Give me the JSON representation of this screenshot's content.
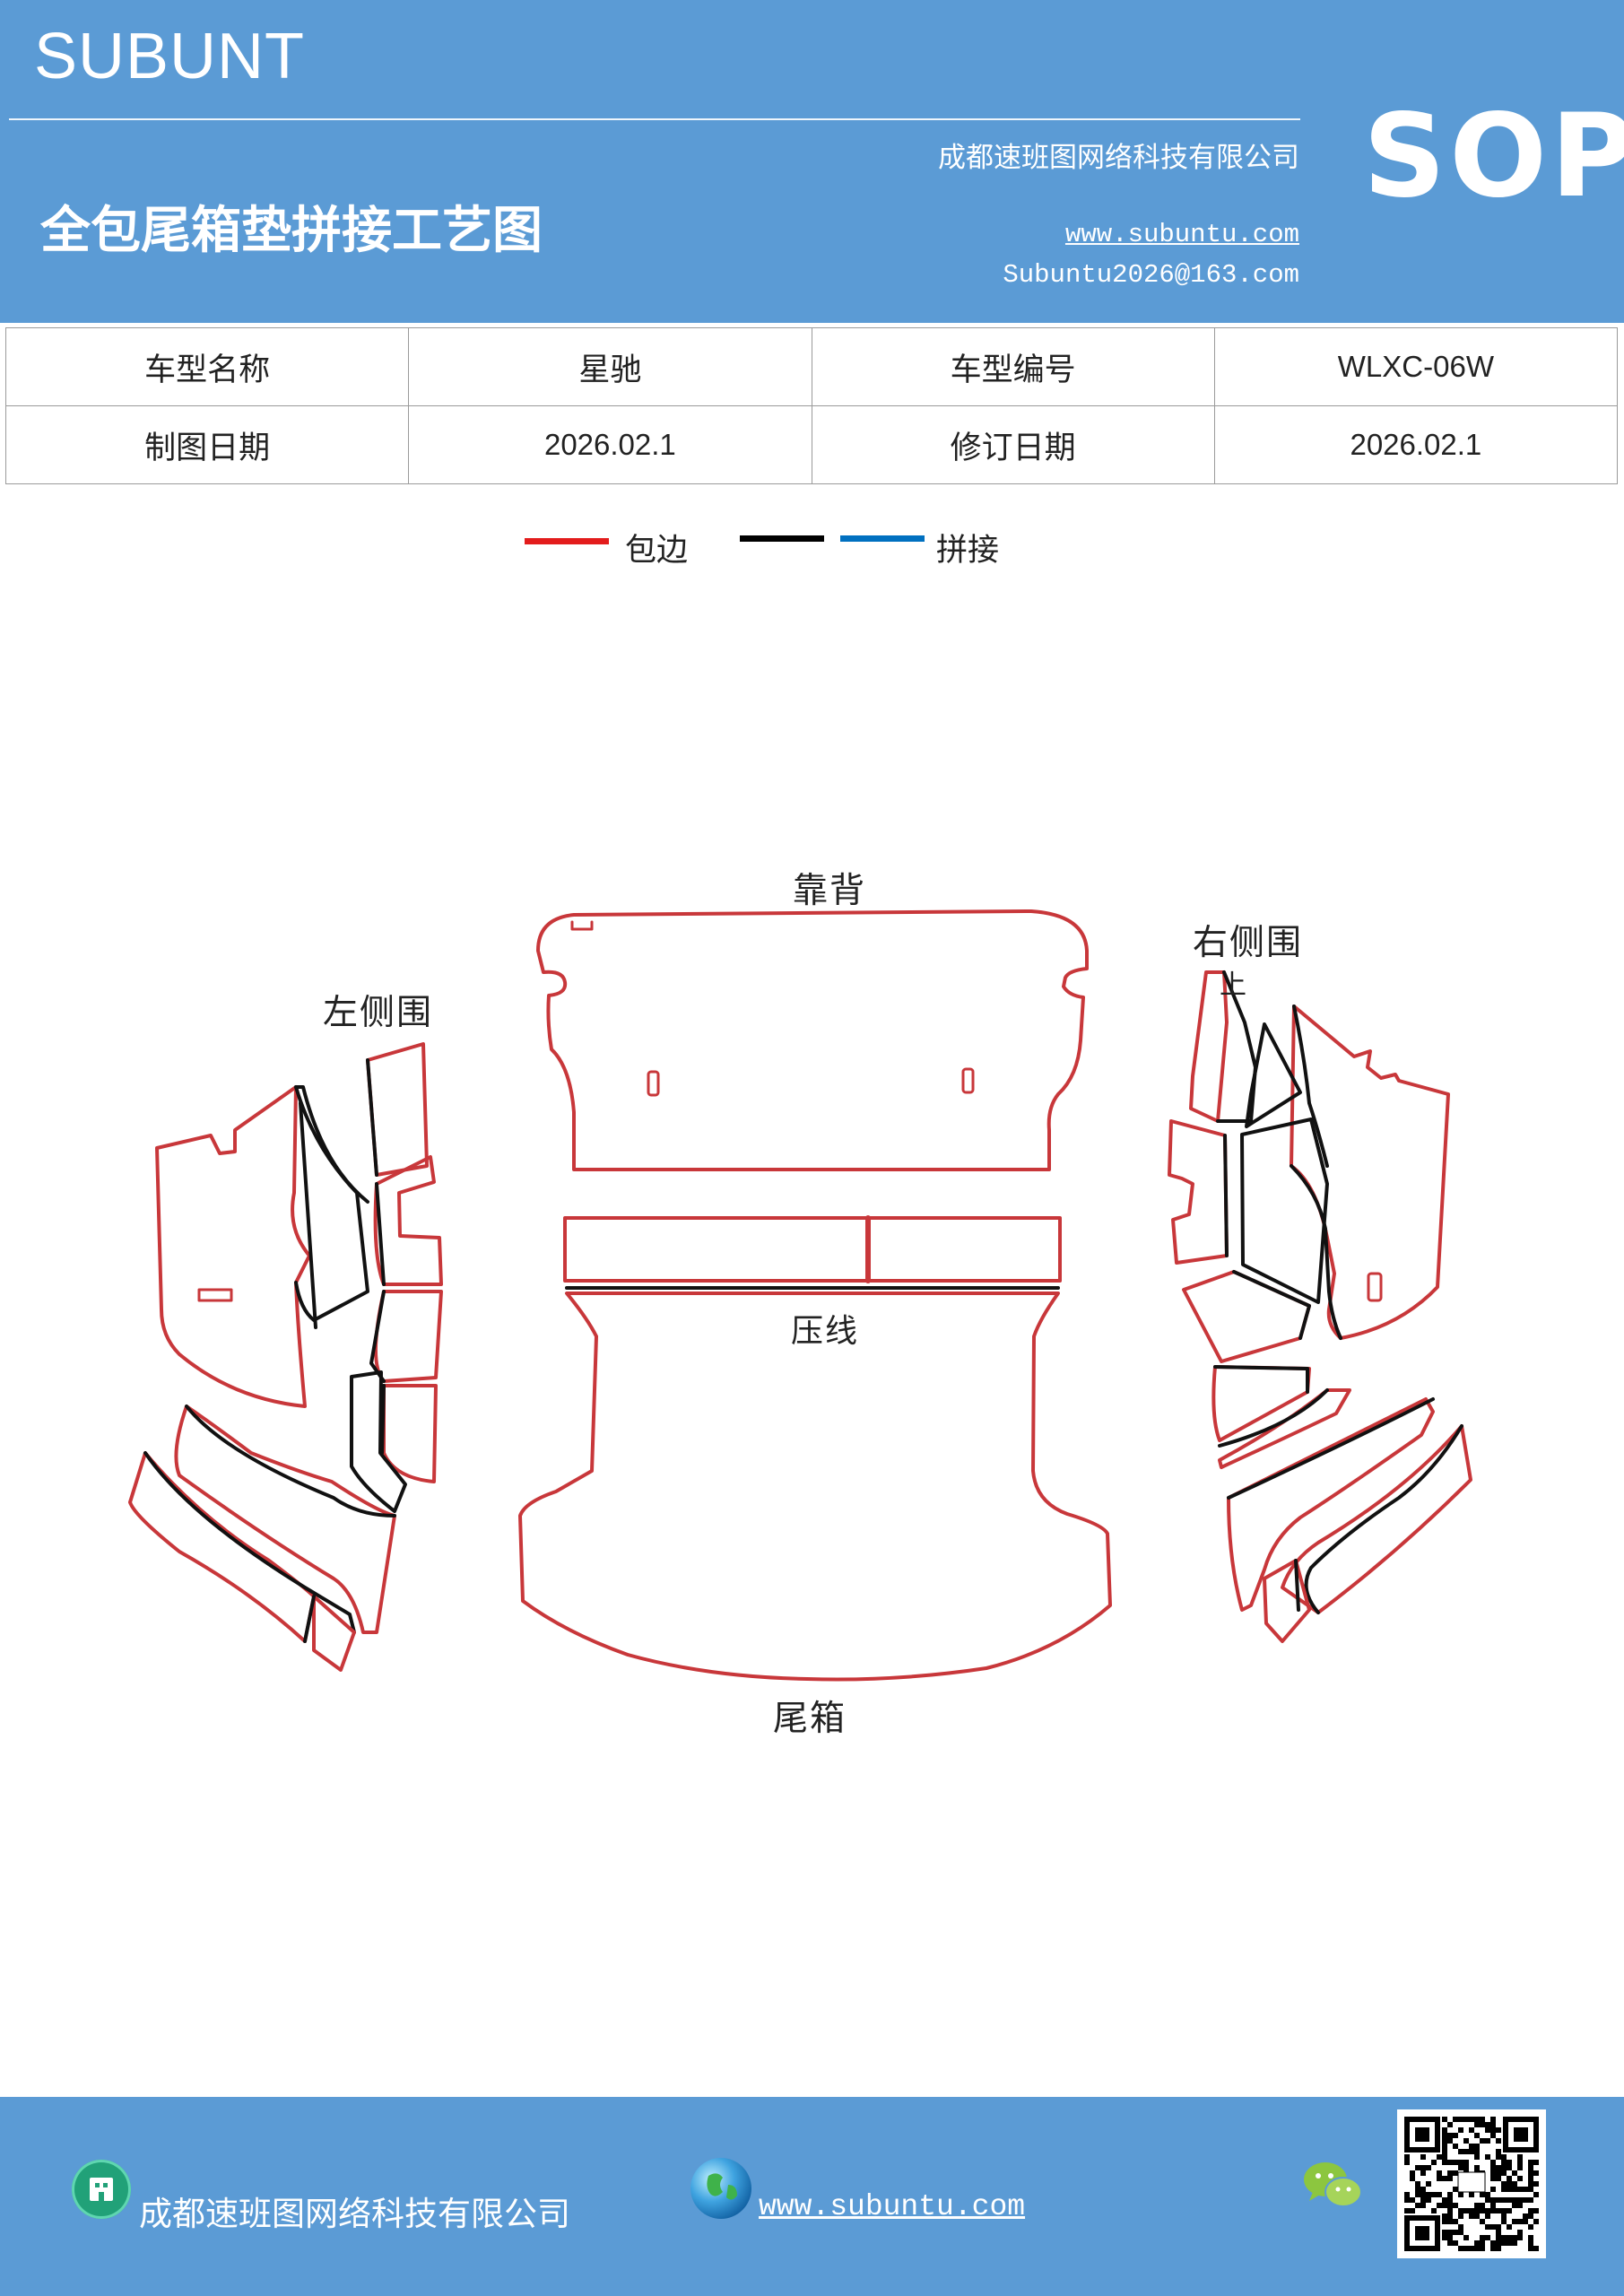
{
  "header": {
    "brand": "SUBUNT",
    "company": "成都速班图网络科技有限公司",
    "title": "全包尾箱垫拼接工艺图",
    "website": "www.subuntu.com",
    "email": "Subuntu2026@163.com",
    "sop": "SOP"
  },
  "info_table": {
    "row1": [
      "车型名称",
      "星驰",
      "车型编号",
      "WLXC-06W"
    ],
    "row2": [
      "制图日期",
      "2026.02.1",
      "修订日期",
      "2026.02.1"
    ]
  },
  "legend": {
    "items": [
      {
        "label": "包边",
        "color": "#e31c1c"
      },
      {
        "label": "",
        "color": "#000000"
      },
      {
        "label": "拼接",
        "color": "#0070c0"
      }
    ]
  },
  "diagram": {
    "labels": {
      "backrest": "靠背",
      "left_side": "左侧围",
      "right_side": "右侧围",
      "right_up": "上",
      "press_line": "压线",
      "trunk": "尾箱"
    },
    "colors": {
      "edge": "#c8373a",
      "seam": "#111111"
    }
  },
  "footer": {
    "company": "成都速班图网络科技有限公司",
    "website": "www.subuntu.com"
  },
  "icons": [
    "building-icon",
    "globe-icon",
    "wechat-icon",
    "qr-code-icon"
  ]
}
